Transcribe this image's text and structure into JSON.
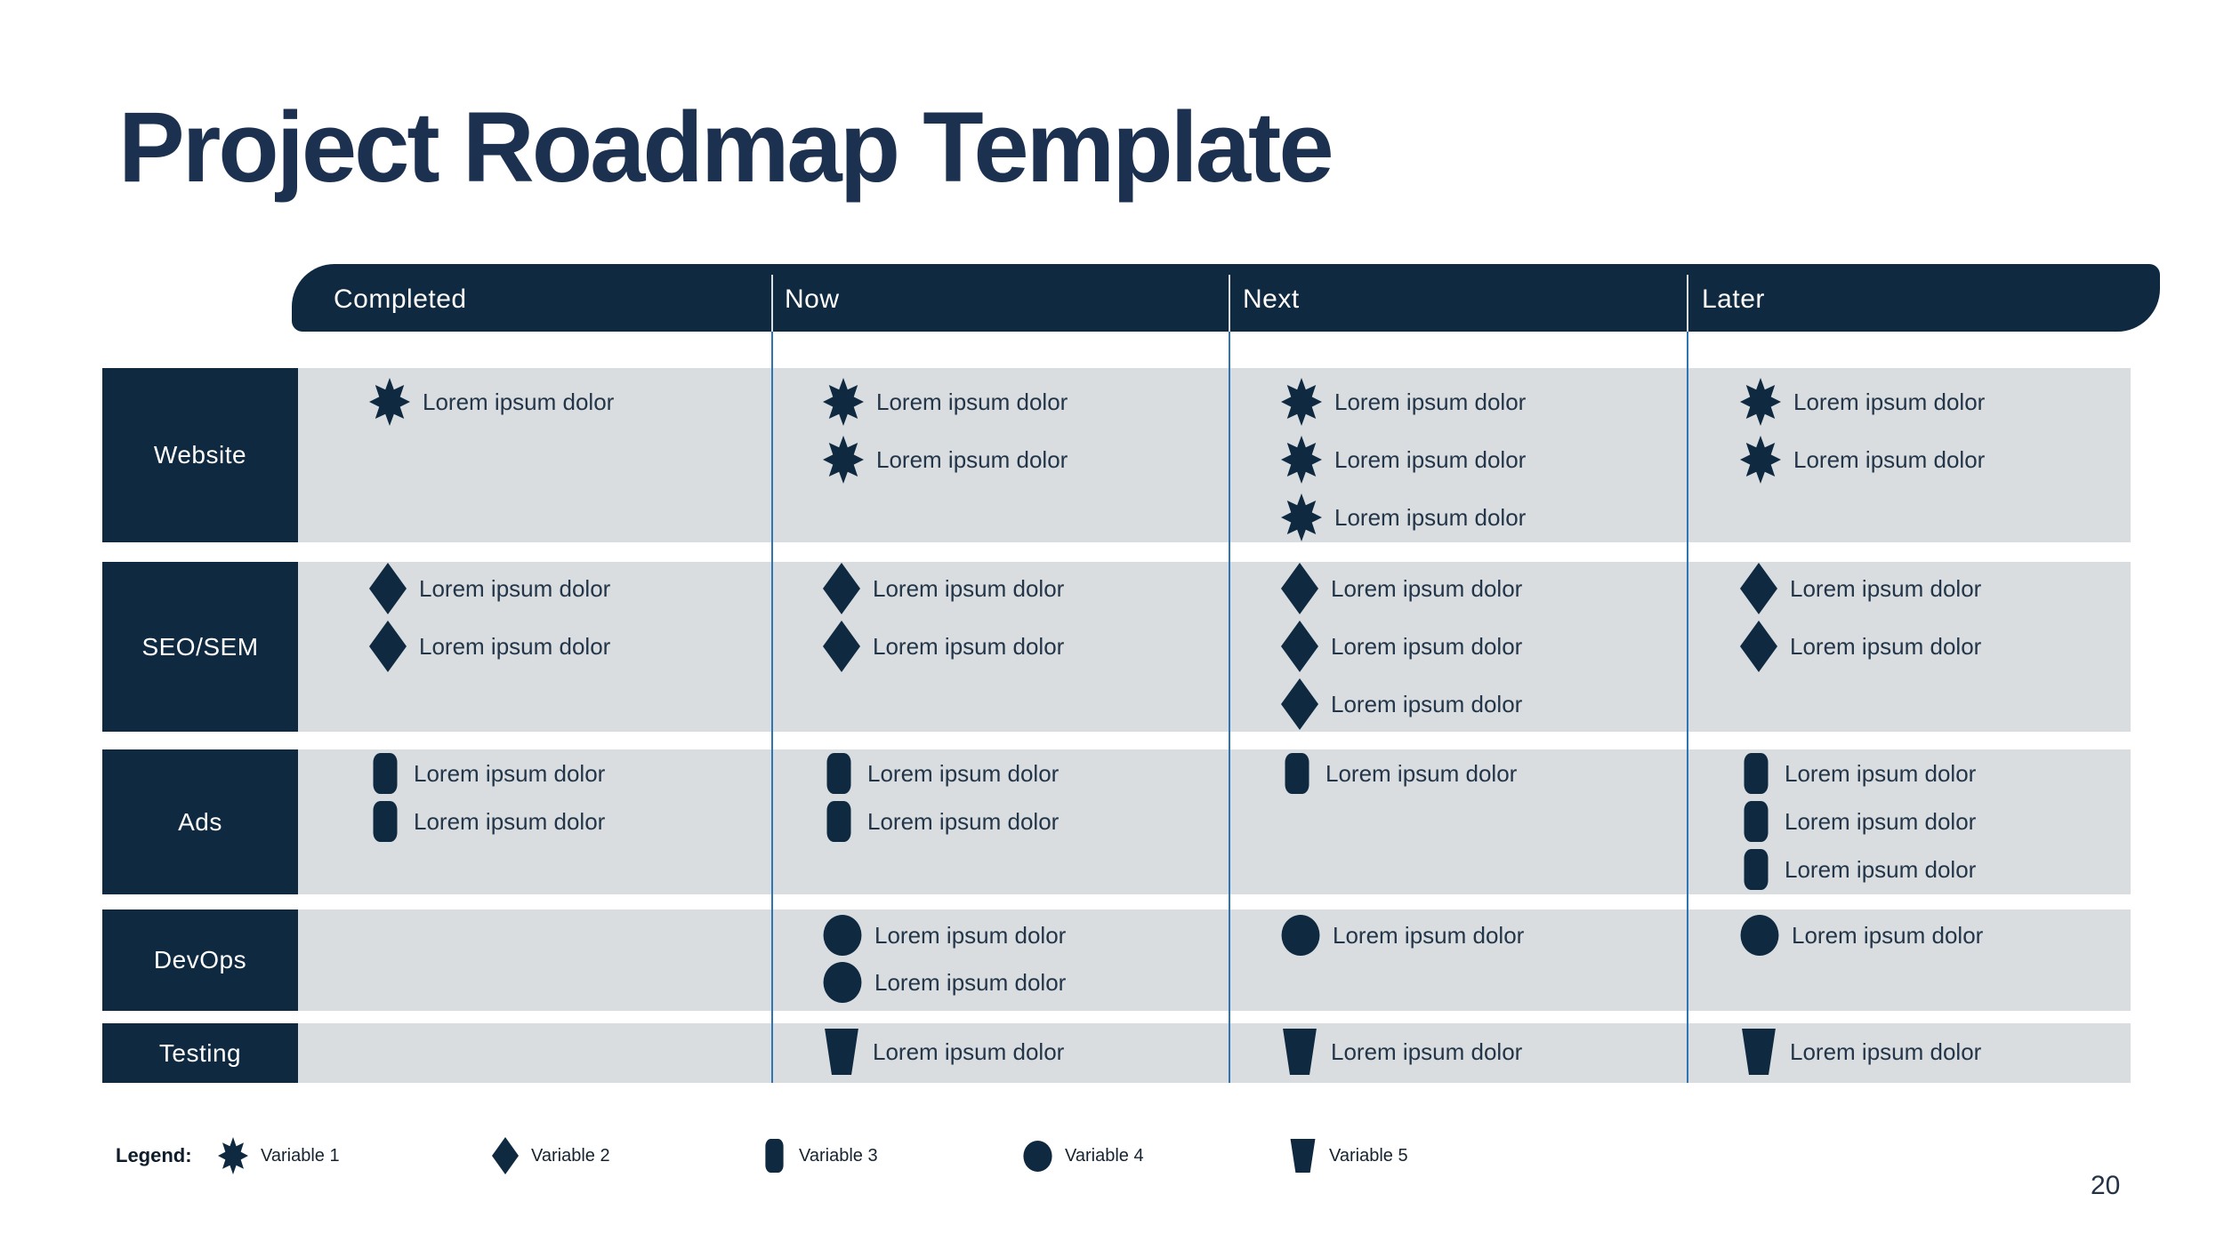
{
  "slide": {
    "title": "Project Roadmap Template",
    "page_number": "20"
  },
  "table": {
    "column_headers": [
      "Completed",
      "Now",
      "Next",
      "Later"
    ],
    "item_text": "Lorem ipsum dolor",
    "rows": [
      {
        "label": "Website",
        "icon": "star-8-icon",
        "items_per_column": [
          1,
          2,
          3,
          2
        ]
      },
      {
        "label": "SEO/SEM",
        "icon": "diamond-icon",
        "items_per_column": [
          2,
          2,
          3,
          2
        ]
      },
      {
        "label": "Ads",
        "icon": "rounded-square-icon",
        "items_per_column": [
          2,
          2,
          1,
          3
        ]
      },
      {
        "label": "DevOps",
        "icon": "circle-icon",
        "items_per_column": [
          0,
          2,
          1,
          1
        ]
      },
      {
        "label": "Testing",
        "icon": "trapezoid-icon",
        "items_per_column": [
          0,
          1,
          1,
          1
        ]
      }
    ]
  },
  "legend": {
    "label": "Legend:",
    "items": [
      {
        "icon": "star-8-icon",
        "label": "Variable 1"
      },
      {
        "icon": "diamond-icon",
        "label": "Variable 2"
      },
      {
        "icon": "rounded-square-icon",
        "label": "Variable 3"
      },
      {
        "icon": "circle-icon",
        "label": "Variable 4"
      },
      {
        "icon": "trapezoid-icon",
        "label": "Variable 5"
      }
    ]
  },
  "colors": {
    "navy": "#0e2940",
    "title_text": "#1c3150",
    "row_background": "#d9dde0",
    "divider_blue": "#2e75b6",
    "item_text": "#233548",
    "header_text": "#ffffff"
  }
}
